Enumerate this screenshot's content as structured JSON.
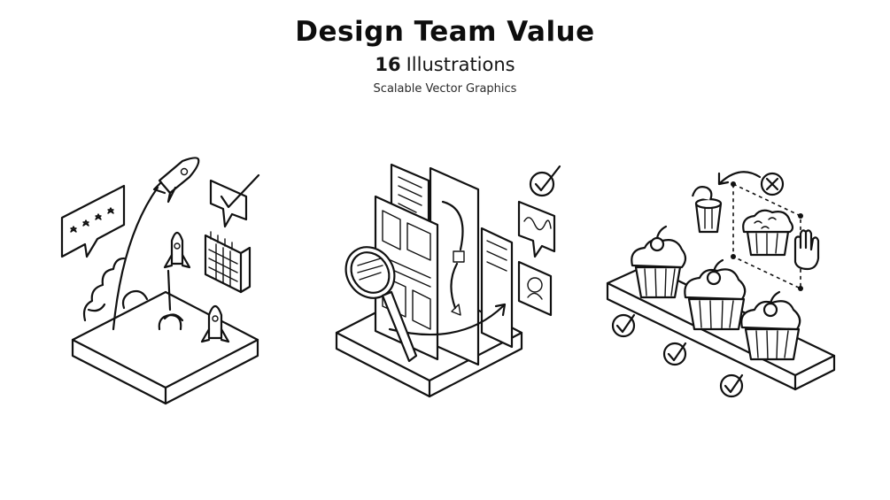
{
  "header": {
    "title": "Design Team Value",
    "count": "16",
    "count_label": "Illustrations",
    "caption": "Scalable Vector Graphics"
  },
  "colors": {
    "ink": "#111111",
    "background": "#ffffff"
  },
  "illustrations": [
    {
      "icon": "rocket-launch-icon"
    },
    {
      "icon": "document-review-icon"
    },
    {
      "icon": "cupcake-production-icon"
    }
  ]
}
